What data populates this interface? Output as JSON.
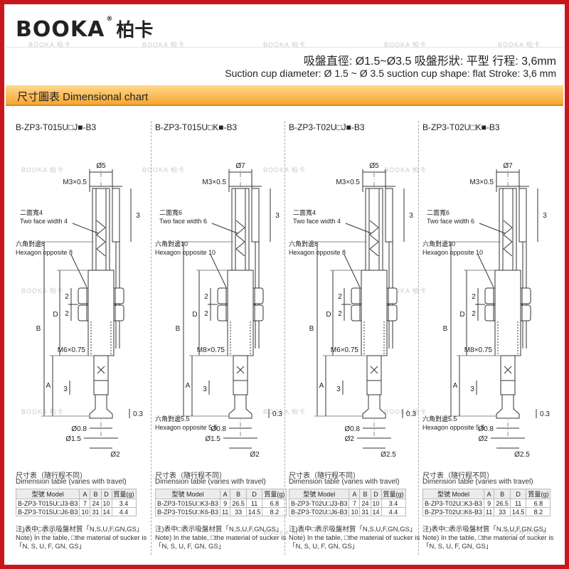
{
  "brand": {
    "name": "BOOKA",
    "name_cn": "柏卡",
    "reg_mark": "®"
  },
  "watermark": "BOOKA 柏卡",
  "specs": {
    "cn": "吸盤直徑: Ø1.5~Ø3.5  吸盤形狀: 平型   行程: 3,6mm",
    "en": "Suction cup diameter: Ø 1.5 ~ Ø 3.5  suction cup shape: flat    Stroke: 3,6 mm"
  },
  "banner": "尺寸圖表  Dimensional chart",
  "colors": {
    "frame": "#c8161d",
    "banner_top": "#ffd88c",
    "banner_bottom": "#f6a633",
    "line": "#333333"
  },
  "columns": [
    {
      "code": "B-ZP3-T015U□J■-B3",
      "width_label": "Ø5",
      "thread_top": "M3×0.5",
      "two_face_cn": "二面寬4",
      "two_face_en": "Two face width 4",
      "hex_cn": "六角對邊8",
      "hex_en": "Hexagon opposite 8",
      "thread_bottom": "M6×0.75",
      "dims": {
        "b": "B",
        "d": "D",
        "a": "A",
        "two": "2",
        "three": "3",
        "zerothree": "0.3"
      },
      "bottom_labels": [
        "Ø0.8",
        "Ø1.5",
        "Ø2"
      ],
      "hex_small_cn": "",
      "hex_small_en": "",
      "table_title_cn": "尺寸表（隨行程不同）",
      "table_title_en": "Dimension table (varies with travel)",
      "table_head": [
        "型號 Model",
        "A",
        "B",
        "D",
        "質量(g)"
      ],
      "table_rows": [
        [
          "B-ZP3-T015U□J3-B3",
          "7",
          "24",
          "10",
          "3.4"
        ],
        [
          "B-ZP3-T015U□J6-B3",
          "10",
          "31",
          "14",
          "4.4"
        ]
      ],
      "note_lines": [
        "注)表中□表示吸盤材質「N,S,U,F,GN,GS」",
        "Note) In the table, □the material of sucker is",
        "「N, S, U, F, GN, GS」"
      ]
    },
    {
      "code": "B-ZP3-T015U□K■-B3",
      "width_label": "Ø7",
      "thread_top": "M3×0.5",
      "two_face_cn": "二面寬6",
      "two_face_en": "Two face width 6",
      "hex_cn": "六角對邊10",
      "hex_en": "Hexagon opposite 10",
      "thread_bottom": "M8×0.75",
      "dims": {
        "b": "B",
        "d": "D",
        "a": "A",
        "two": "2",
        "three": "3",
        "zerothree": "0.3"
      },
      "bottom_labels": [
        "Ø0.8",
        "Ø1.5",
        "Ø2"
      ],
      "hex_small_cn": "六角對邊5.5",
      "hex_small_en": "Hexagon opposite 5.5",
      "table_title_cn": "尺寸表（隨行程不同）",
      "table_title_en": "Dimension table (varies with travel)",
      "table_head": [
        "型號 Model",
        "A",
        "B",
        "D",
        "質量(g)"
      ],
      "table_rows": [
        [
          "B-ZP3-T015U□K3-B3",
          "9",
          "26.5",
          "11",
          "6.8"
        ],
        [
          "B-ZP3-T015U□K6-B3",
          "11",
          "33",
          "14.5",
          "8.2"
        ]
      ],
      "note_lines": [
        "注)表中□表示吸盤材質「N,S,U,F,GN,GS」",
        "Note) In the table, □the material of sucker is",
        "「N, S, U, F, GN, GS」"
      ]
    },
    {
      "code": "B-ZP3-T02U□J■-B3",
      "width_label": "Ø5",
      "thread_top": "M3×0.5",
      "two_face_cn": "二面寬4",
      "two_face_en": "Two face width 4",
      "hex_cn": "六角對邊8",
      "hex_en": "Hexagon opposite 8",
      "thread_bottom": "M6×0.75",
      "dims": {
        "b": "B",
        "d": "D",
        "a": "A",
        "two": "2",
        "three": "3",
        "zerothree": "0.3"
      },
      "bottom_labels": [
        "Ø0.8",
        "Ø2",
        "Ø2.5"
      ],
      "hex_small_cn": "",
      "hex_small_en": "",
      "table_title_cn": "尺寸表（隨行程不同）",
      "table_title_en": "Dimension table (varies with travel)",
      "table_head": [
        "型號 Model",
        "A",
        "B",
        "D",
        "質量(g)"
      ],
      "table_rows": [
        [
          "B-ZP3-T02U□J3-B3",
          "7",
          "24",
          "10",
          "3.4"
        ],
        [
          "B-ZP3-T02U□J6-B3",
          "10",
          "31",
          "14",
          "4.4"
        ]
      ],
      "note_lines": [
        "注)表中□表示吸盤材質「N,S,U,F,GN,GS」",
        "Note) In the table, □the material of sucker is",
        "「N, S, U, F, GN, GS」"
      ]
    },
    {
      "code": "B-ZP3-T02U□K■-B3",
      "width_label": "Ø7",
      "thread_top": "M3×0.5",
      "two_face_cn": "二面寬6",
      "two_face_en": "Two face width 6",
      "hex_cn": "六角對邊10",
      "hex_en": "Hexagon opposite 10",
      "thread_bottom": "M8×0.75",
      "dims": {
        "b": "B",
        "d": "D",
        "a": "A",
        "two": "2",
        "three": "3",
        "zerothree": "0.3"
      },
      "bottom_labels": [
        "Ø0.8",
        "Ø2",
        "Ø2.5"
      ],
      "hex_small_cn": "六角對邊5.5",
      "hex_small_en": "Hexagon opposite 5.5",
      "table_title_cn": "尺寸表（隨行程不同）",
      "table_title_en": "Dimension table (varies with travel)",
      "table_head": [
        "型號 Model",
        "A",
        "B",
        "D",
        "質量(g)"
      ],
      "table_rows": [
        [
          "B-ZP3-T02U□K3-B3",
          "9",
          "26.5",
          "11",
          "6.8"
        ],
        [
          "B-ZP3-T02U□K6-B3",
          "11",
          "33",
          "14.5",
          "8.2"
        ]
      ],
      "note_lines": [
        "注)表中□表示吸盤材質「N,S,U,F,GN,GS」",
        "Note) In the table, □the material of sucker is",
        "「N, S, U, F, GN, GS」"
      ]
    }
  ]
}
